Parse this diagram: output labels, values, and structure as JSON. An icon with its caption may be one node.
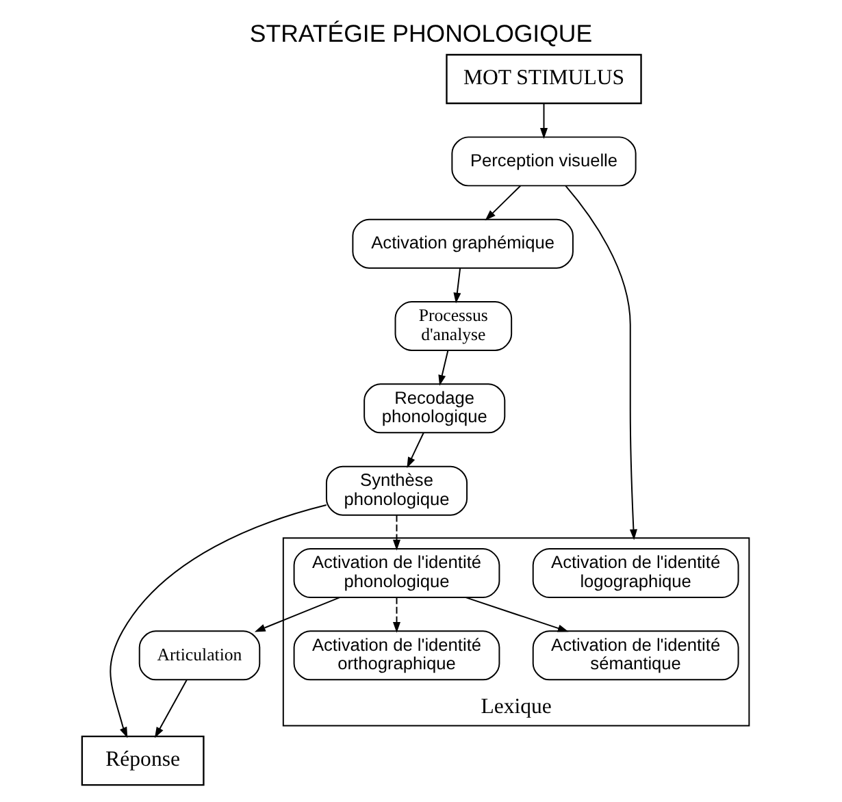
{
  "diagram": {
    "title": "STRATÉGIE PHONOLOGIQUE",
    "nodes": [
      {
        "text": [
          "MOT STIMULUS"
        ]
      },
      {
        "text": [
          "Perception visuelle"
        ]
      },
      {
        "text": [
          "Activation graphémique"
        ]
      },
      {
        "text": [
          "Processus d'analyse"
        ]
      },
      {
        "text": [
          "Lexique"
        ]
      },
      {
        "text": [
          "Activation de l'identité logographique"
        ],
        "in": 4
      },
      {
        "text": [
          "Activation de l'identité orthographique"
        ],
        "in": 4
      },
      {
        "text": [
          "Activation de l'identité sémantique"
        ],
        "in": 4
      },
      {
        "text": [
          "Activation de l'identité phonologique"
        ],
        "in": 4
      },
      {
        "text": [
          "Recodage phonologique"
        ]
      },
      {
        "text": [
          "Synthèse phonologique"
        ]
      },
      {
        "text": [
          "Articulation"
        ]
      },
      {
        "text": [
          "Réponse"
        ]
      }
    ],
    "edges": [
      {
        "from": 0,
        "to": 1,
        "arrow": "to"
      },
      {
        "from": 1,
        "to": 2,
        "arrow": "to"
      },
      {
        "from": 1,
        "to": 4,
        "arrow": "to"
      },
      {
        "from": 2,
        "to": 3,
        "arrow": "to"
      },
      {
        "from": 3,
        "to": 9,
        "arrow": "to"
      },
      {
        "from": 9,
        "to": 10,
        "arrow": "to"
      },
      {
        "from": 10,
        "to": 8,
        "arrow": "to",
        "style": "dashed"
      },
      {
        "from": 8,
        "to": 6,
        "arrow": "to",
        "style": "dashed"
      },
      {
        "from": 8,
        "to": 7,
        "arrow": "to"
      },
      {
        "from": 8,
        "to": 11,
        "arrow": "to"
      },
      {
        "from": 11,
        "to": 12,
        "arrow": "to"
      },
      {
        "from": 10,
        "to": 12,
        "arrow": "to"
      }
    ]
  }
}
